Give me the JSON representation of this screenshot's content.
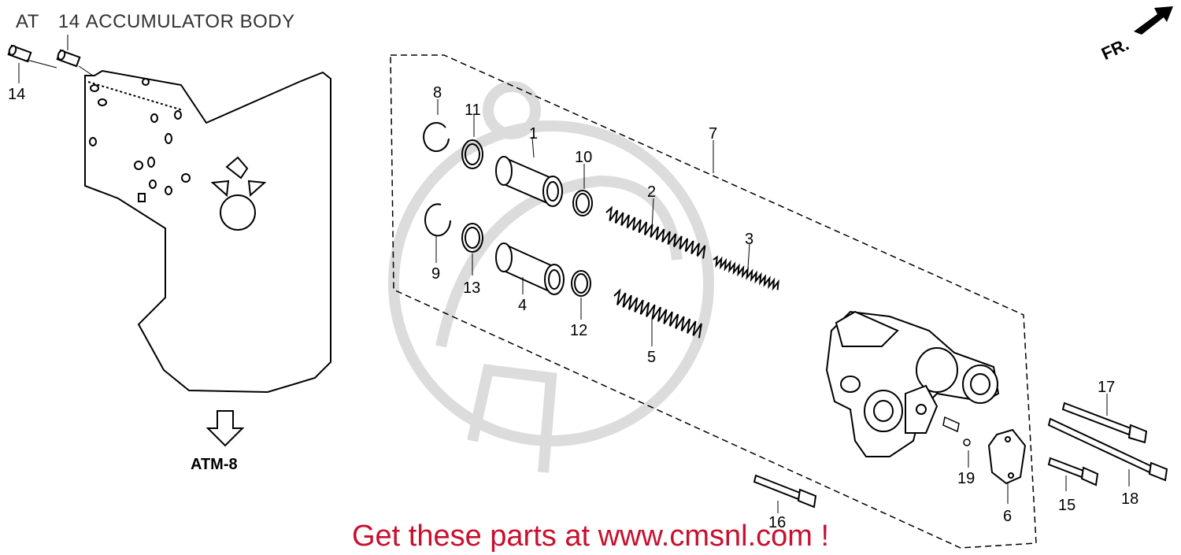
{
  "header": {
    "category": "AT",
    "part_no": "14",
    "title": "ACCUMULATOR BODY"
  },
  "direction_label": "FR.",
  "reference": "ATM-8",
  "callouts": [
    "14",
    "1",
    "2",
    "3",
    "4",
    "5",
    "6",
    "7",
    "8",
    "9",
    "10",
    "11",
    "12",
    "13",
    "15",
    "16",
    "17",
    "18",
    "19"
  ],
  "footer": {
    "text": "Get these parts at www.cmsnl.com !"
  },
  "colors": {
    "line": "#000000",
    "footer": "#c8102e",
    "header": "#333333",
    "watermark": "#d9d9d9"
  }
}
